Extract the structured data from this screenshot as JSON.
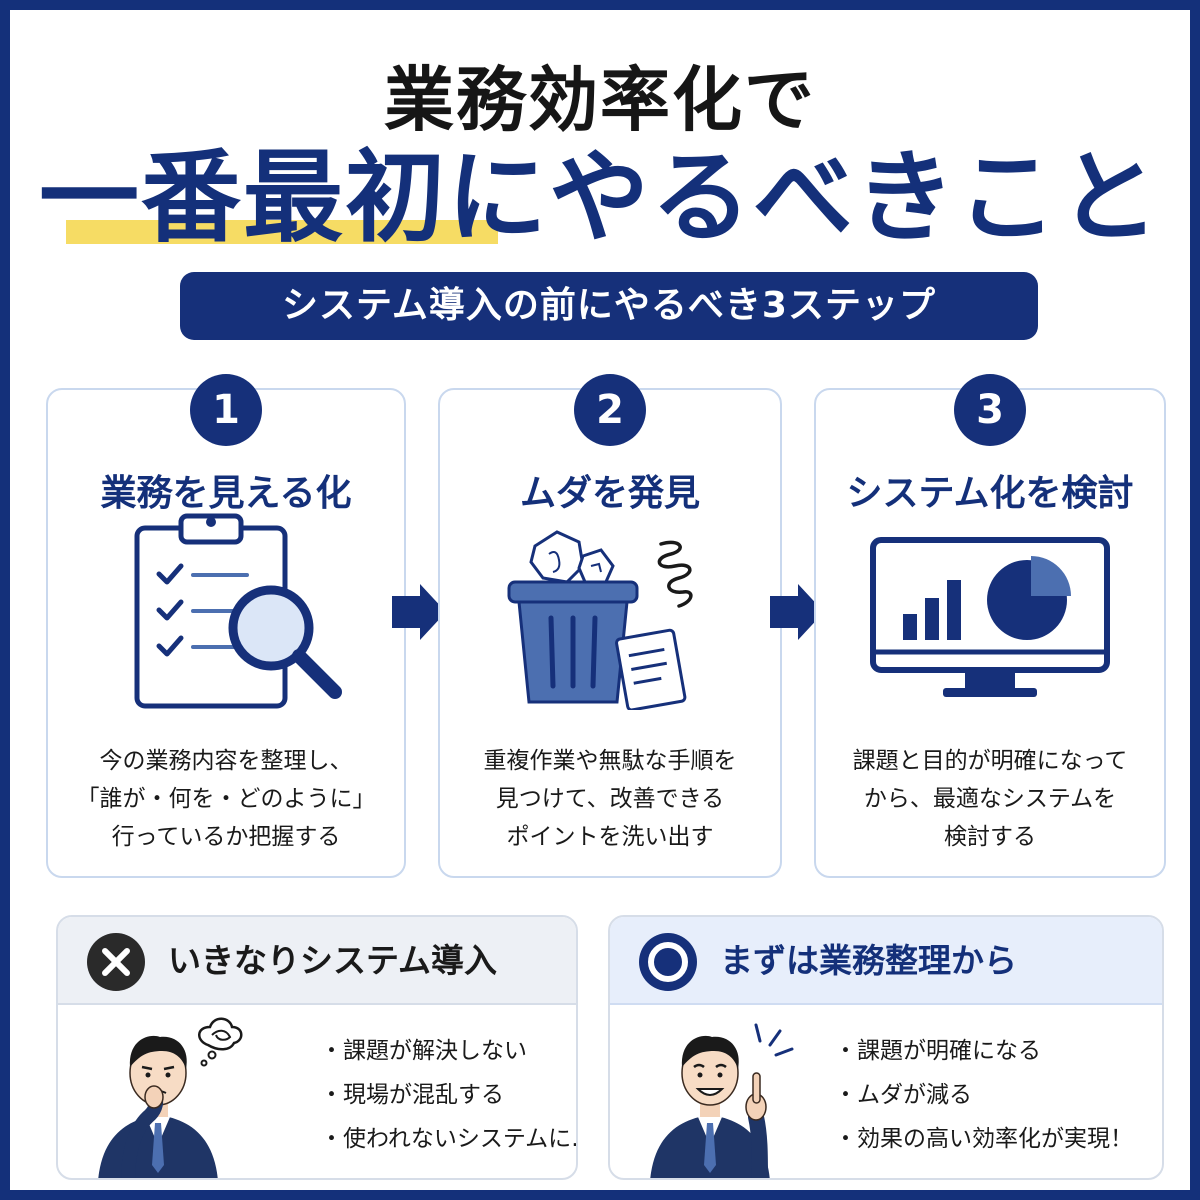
{
  "title": {
    "line1": "業務効率化で",
    "line2": "一番最初にやるべきこと"
  },
  "subtitle": "システム導入の前にやるべき3ステップ",
  "steps": [
    {
      "number": "1",
      "title": "業務を見える化",
      "lines": [
        "今の業務内容を整理し、",
        "「誰が・何を・どのように」",
        "行っているか把握する"
      ],
      "icon": "clipboard-magnifier-icon"
    },
    {
      "number": "2",
      "title": "ムダを発見",
      "lines": [
        "重複作業や無駄な手順を",
        "見つけて、改善できる",
        "ポイントを洗い出す"
      ],
      "icon": "trash-bin-icon"
    },
    {
      "number": "3",
      "title": "システム化を検討",
      "lines": [
        "課題と目的が明確になって",
        "から、最適なシステムを",
        "検討する"
      ],
      "icon": "monitor-chart-icon"
    }
  ],
  "bad": {
    "heading": "いきなりシステム導入",
    "icon": "cross-icon",
    "items": [
      "・課題が解決しない",
      "・現場が混乱する",
      "・使われないシステムに…"
    ]
  },
  "good": {
    "heading": "まずは業務整理から",
    "icon": "circle-icon",
    "items": [
      "・課題が明確になる",
      "・ムダが減る",
      "・効果の高い効率化が実現！"
    ]
  },
  "colors": {
    "navy": "#14307a",
    "accent_blue": "#4c6fb0",
    "highlight_yellow": "#f6dc64",
    "card_border": "#c9d8ee"
  }
}
